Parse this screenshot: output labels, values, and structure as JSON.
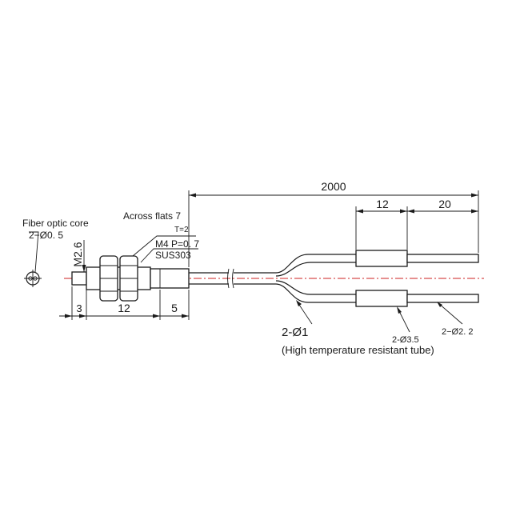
{
  "colors": {
    "ink": "#1a1a1a",
    "centerline": "#cc2222",
    "background": "#ffffff"
  },
  "labels": {
    "fiber_core_title": "Fiber optic core",
    "fiber_core_size": "2−Ø0. 5",
    "thread_dim": "M2.6",
    "across_flats": "Across flats 7",
    "thickness": "T=2",
    "thread_spec": "M4  P=0. 7",
    "material": "SUS303",
    "cable": "2-Ø1",
    "tube_note": "(High temperature resistant tube)",
    "sleeve_dia": "2-Ø3.5",
    "tip_dia": "2−Ø2. 2"
  },
  "dimensions": {
    "total_length": "2000",
    "sleeve_length": "12",
    "tip_length": "20",
    "tip_offset": "3",
    "nut_length": "12",
    "probe_length": "5"
  }
}
